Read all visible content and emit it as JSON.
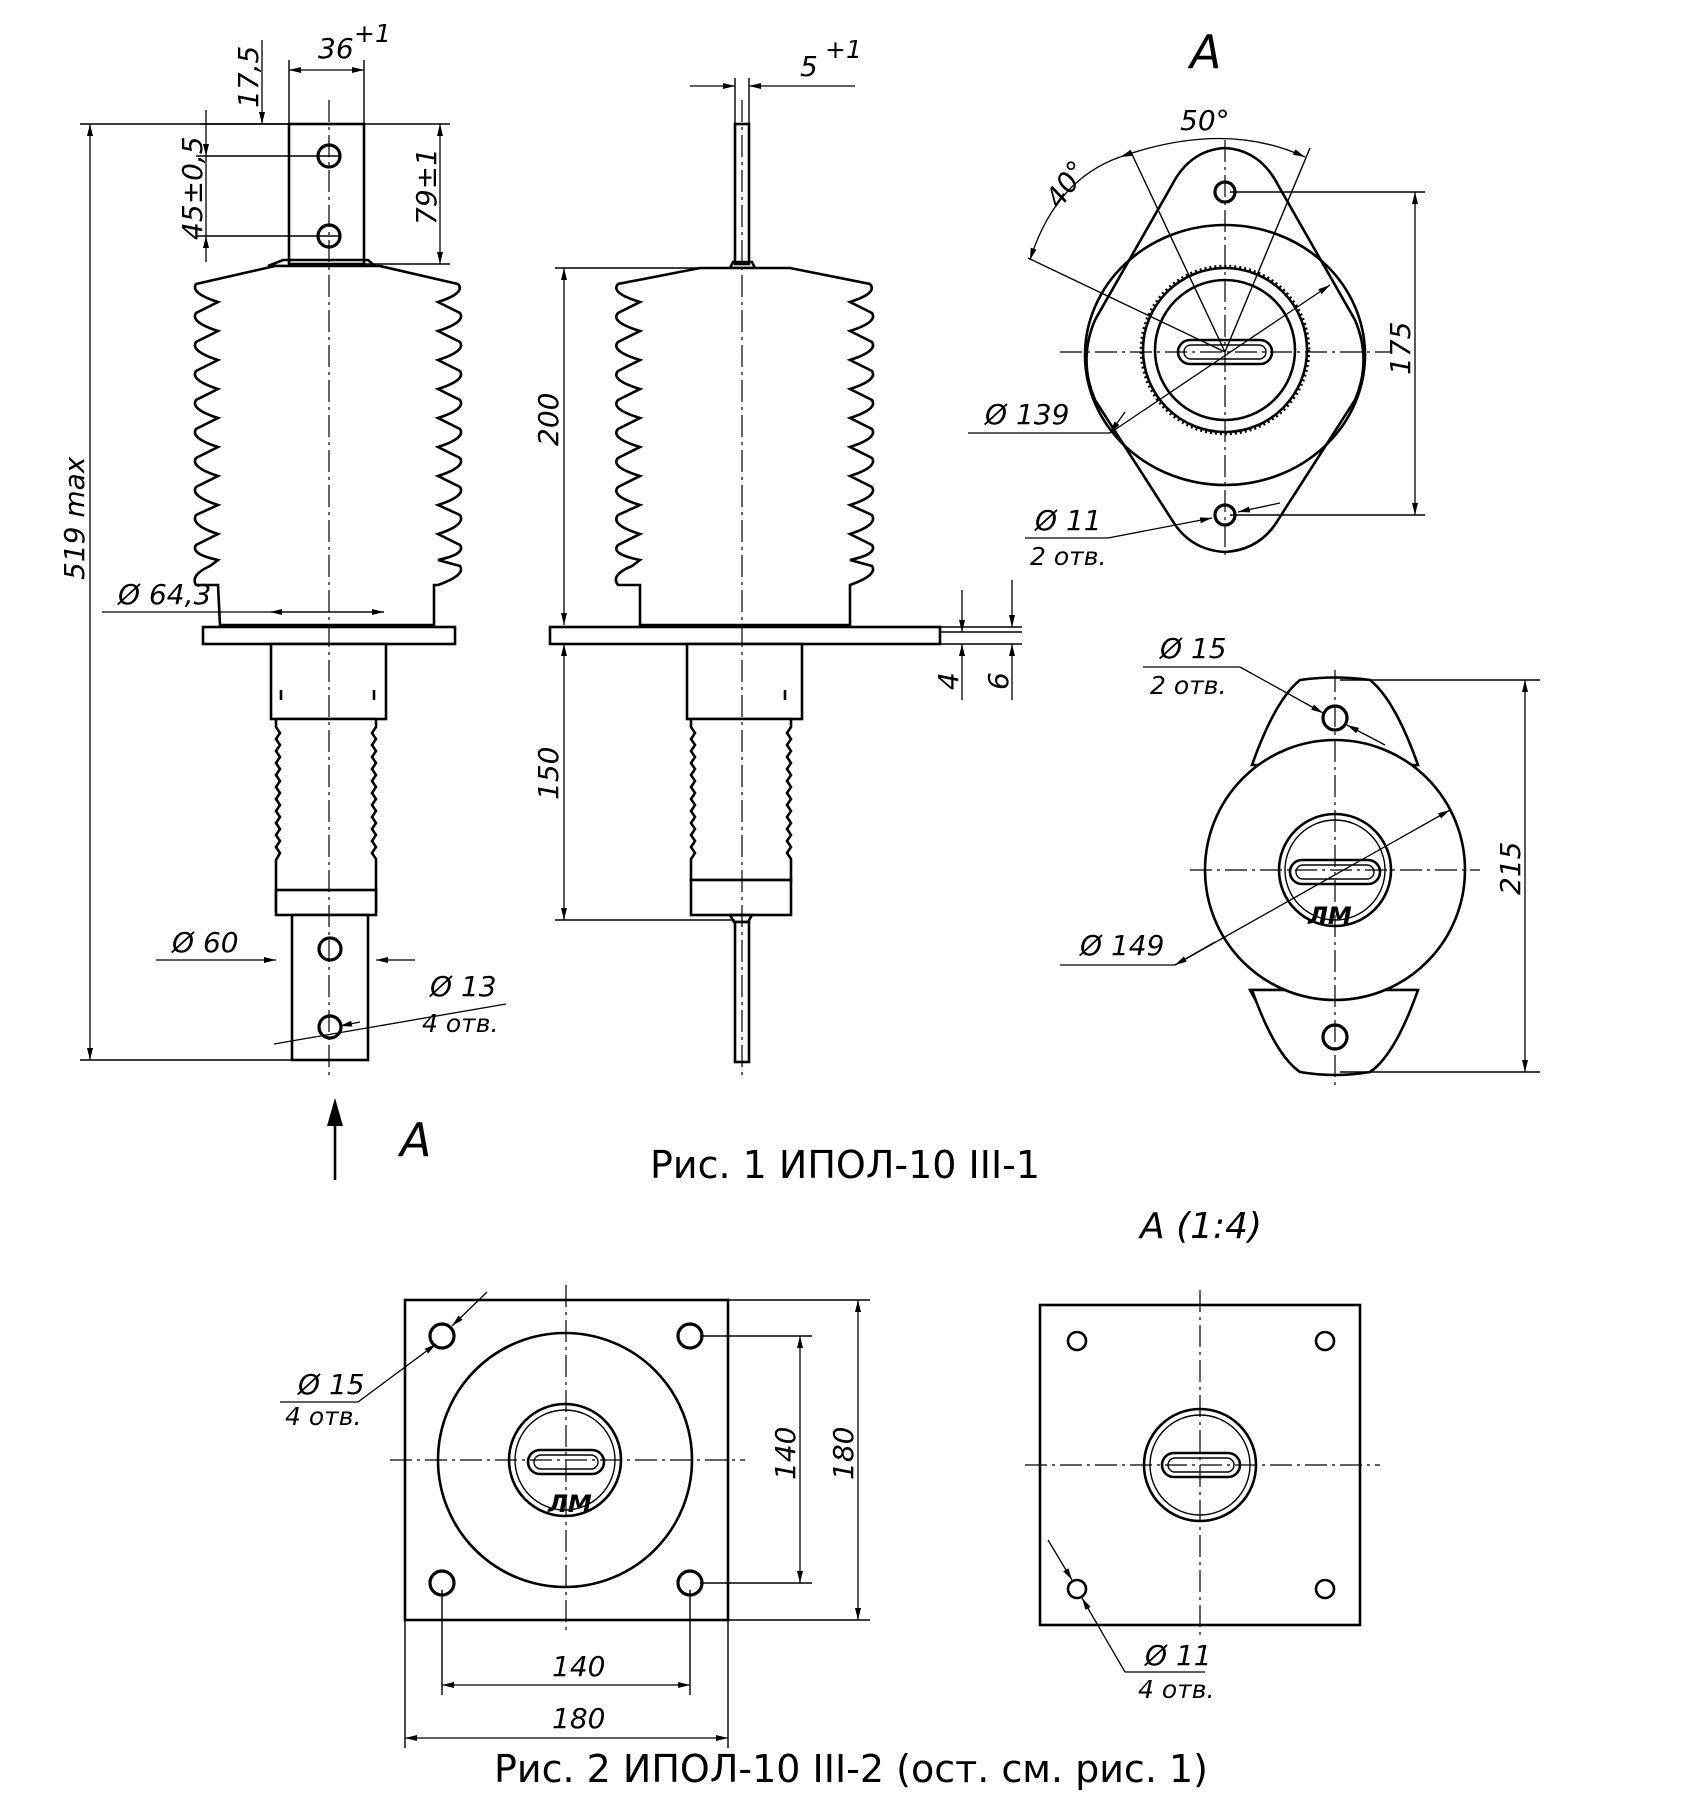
{
  "figure1": {
    "caption": "Рис. 1 ИПОЛ-10 III-1",
    "view_marker": "А",
    "view_title": "А",
    "dimensions": {
      "terminal_width": "36",
      "terminal_width_tol": "+1",
      "terminal_top": "17,5",
      "hole_pitch": "45±0,5",
      "terminal_height": "79±1",
      "overall_height": "519 max",
      "insulator_diameter": "Ø 64,3",
      "base_diameter": "Ø 60",
      "terminal_hole": "Ø 13",
      "terminal_hole_count": "4 отв.",
      "bar_thickness": "5",
      "bar_thickness_tol": "+1",
      "upper_height": "200",
      "lower_height": "150",
      "flange_4": "4",
      "flange_6": "6",
      "angle_50": "50°",
      "angle_40": "40°",
      "diameter_139": "Ø 139",
      "height_175": "175",
      "hole_11": "Ø 11",
      "hole_11_count": "2 отв.",
      "hole_15": "Ø 15",
      "hole_15_count": "2 отв.",
      "height_215": "215",
      "diameter_149": "Ø 149"
    }
  },
  "figure2": {
    "caption": "Рис. 2 ИПОЛ-10 III-2 (ост. см. рис. 1)",
    "view_title": "А (1:4)",
    "dimensions": {
      "hole_15": "Ø 15",
      "hole_15_count": "4 отв.",
      "pitch_v": "140",
      "size_v": "180",
      "pitch_h": "140",
      "size_h": "180",
      "hole_11": "Ø 11",
      "hole_11_count": "4 отв."
    }
  },
  "logo_text": "ЛМ"
}
